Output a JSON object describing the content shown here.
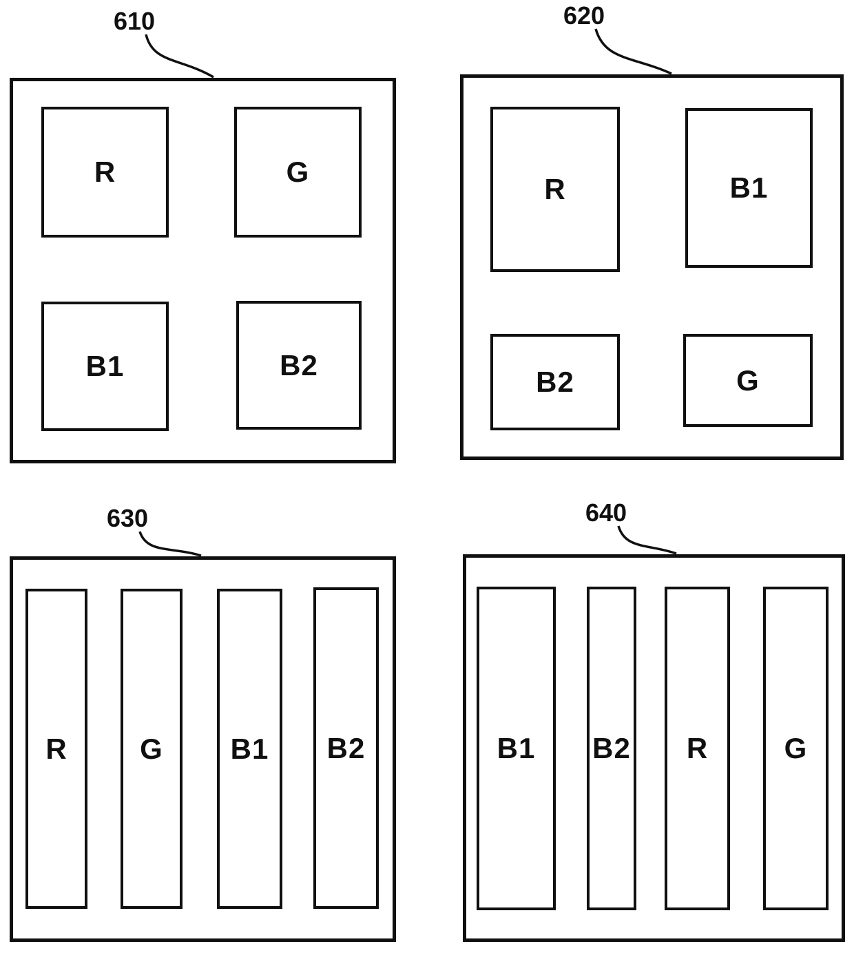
{
  "figure": {
    "line_color": "#101010",
    "background_color": "#ffffff",
    "panels": [
      {
        "ref": "610",
        "layout": "2x2-grid",
        "cells": [
          "R",
          "G",
          "B1",
          "B2"
        ]
      },
      {
        "ref": "620",
        "layout": "2x2-grid-uneven",
        "cells": [
          "R",
          "B1",
          "B2",
          "G"
        ]
      },
      {
        "ref": "630",
        "layout": "vertical-stripes",
        "cells": [
          "R",
          "G",
          "B1",
          "B2"
        ]
      },
      {
        "ref": "640",
        "layout": "vertical-stripes",
        "cells": [
          "B1",
          "B2",
          "R",
          "G"
        ]
      }
    ]
  }
}
